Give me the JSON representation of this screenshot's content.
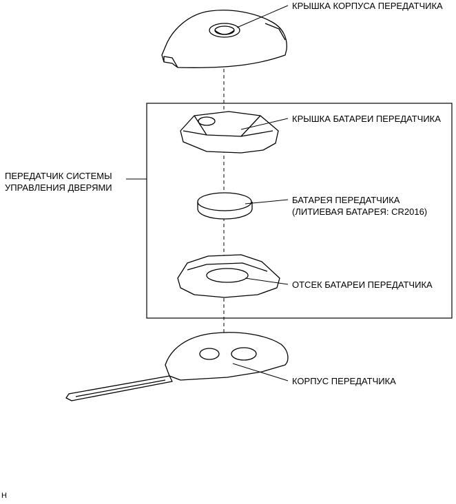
{
  "labels": {
    "transmitter_case_cover": "КРЫШКА КОРПУСА ПЕРЕДАТЧИКА",
    "transmitter_battery_cover": "КРЫШКА БАТАРЕИ ПЕРЕДАТЧИКА",
    "door_control_transmitter_line1": "ПЕРЕДАТЧИК СИСТЕМЫ",
    "door_control_transmitter_line2": "УПРАВЛЕНИЯ ДВЕРЯМИ",
    "transmitter_battery_line1": "БАТАРЕЯ ПЕРЕДАТЧИКА",
    "transmitter_battery_line2": "(ЛИТИЕВАЯ БАТАРЕЯ: CR2016)",
    "transmitter_battery_compartment": "ОТСЕК БАТАРЕИ ПЕРЕДАТЧИКА",
    "transmitter_housing": "КОРПУС ПЕРЕДАТЧИКА"
  },
  "figure_code": "H"
}
